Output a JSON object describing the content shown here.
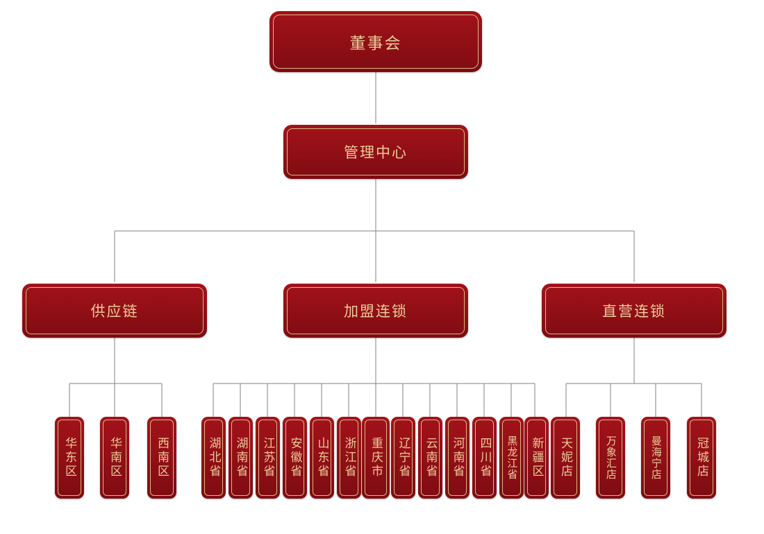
{
  "theme": {
    "box_fill": "#8f0f15",
    "box_inner_border": "#dcb884",
    "text_color": "#edcb9b",
    "connector_color": "#808080",
    "background": "#ffffff"
  },
  "chart_data": {
    "type": "diagram",
    "title": "",
    "orientation": "top-down organizational chart",
    "levels": 4
  },
  "org": {
    "root": {
      "label": "董事会"
    },
    "management": {
      "label": "管理中心"
    },
    "divisions": [
      {
        "label": "供应链",
        "children": [
          {
            "label": "华东区"
          },
          {
            "label": "华南区"
          },
          {
            "label": "西南区"
          }
        ]
      },
      {
        "label": "加盟连锁",
        "children": [
          {
            "label": "湖北省"
          },
          {
            "label": "湖南省"
          },
          {
            "label": "江苏省"
          },
          {
            "label": "安徽省"
          },
          {
            "label": "山东省"
          },
          {
            "label": "浙江省"
          },
          {
            "label": "重庆市"
          },
          {
            "label": "辽宁省"
          },
          {
            "label": "云南省"
          },
          {
            "label": "河南省"
          },
          {
            "label": "四川省"
          },
          {
            "label": "黑龙江省"
          },
          {
            "label": "新疆区"
          }
        ]
      },
      {
        "label": "直营连锁",
        "children": [
          {
            "label": "天妮店"
          },
          {
            "label": "万象汇店"
          },
          {
            "label": "曼海宁店"
          },
          {
            "label": "冠城店"
          }
        ]
      }
    ]
  }
}
